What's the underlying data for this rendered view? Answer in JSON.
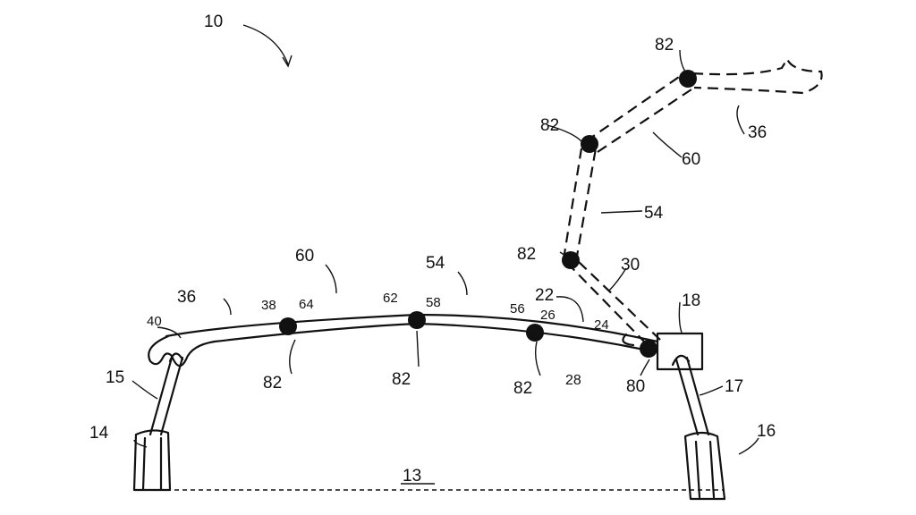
{
  "figure": {
    "labels": [
      "10",
      "82",
      "36",
      "82",
      "60",
      "54",
      "82",
      "30",
      "60",
      "54",
      "36",
      "22",
      "18",
      "38",
      "64",
      "62",
      "58",
      "56",
      "26",
      "40",
      "24",
      "82",
      "82",
      "82",
      "28",
      "80",
      "15",
      "17",
      "14",
      "16",
      "13"
    ]
  },
  "colors": {
    "ink": "#111111",
    "paper": "#ffffff"
  }
}
